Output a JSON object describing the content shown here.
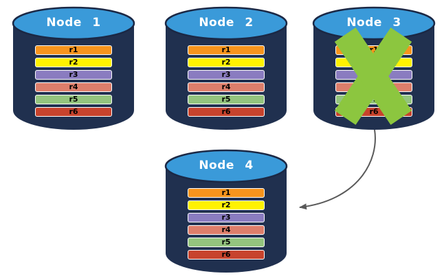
{
  "diagram": {
    "background_color": "#ffffff",
    "node_style": {
      "body_color": "#20304f",
      "top_color": "#3a9ad9",
      "top_stroke_color": "#1b2845",
      "title_color": "#ffffff",
      "bar_border_color": "#ffffff"
    },
    "replica_rows": [
      {
        "label": "r1",
        "color": "#f7941d"
      },
      {
        "label": "r2",
        "color": "#fff200"
      },
      {
        "label": "r3",
        "color": "#8a7cc0"
      },
      {
        "label": "r4",
        "color": "#dd7e6b"
      },
      {
        "label": "r5",
        "color": "#94c47e"
      },
      {
        "label": "r6",
        "color": "#c7432d"
      }
    ],
    "nodes": [
      {
        "label": "Node 1",
        "crossed_out": false
      },
      {
        "label": "Node 2",
        "crossed_out": false
      },
      {
        "label": "Node 3",
        "crossed_out": true
      },
      {
        "label": "Node 4",
        "crossed_out": false
      }
    ],
    "failure_marker": {
      "shape": "x-mark",
      "color": "#8cc63f",
      "on_node": "Node 3"
    },
    "arrow": {
      "from_node": "Node 3",
      "to_node": "Node 4",
      "color": "#595959"
    }
  }
}
